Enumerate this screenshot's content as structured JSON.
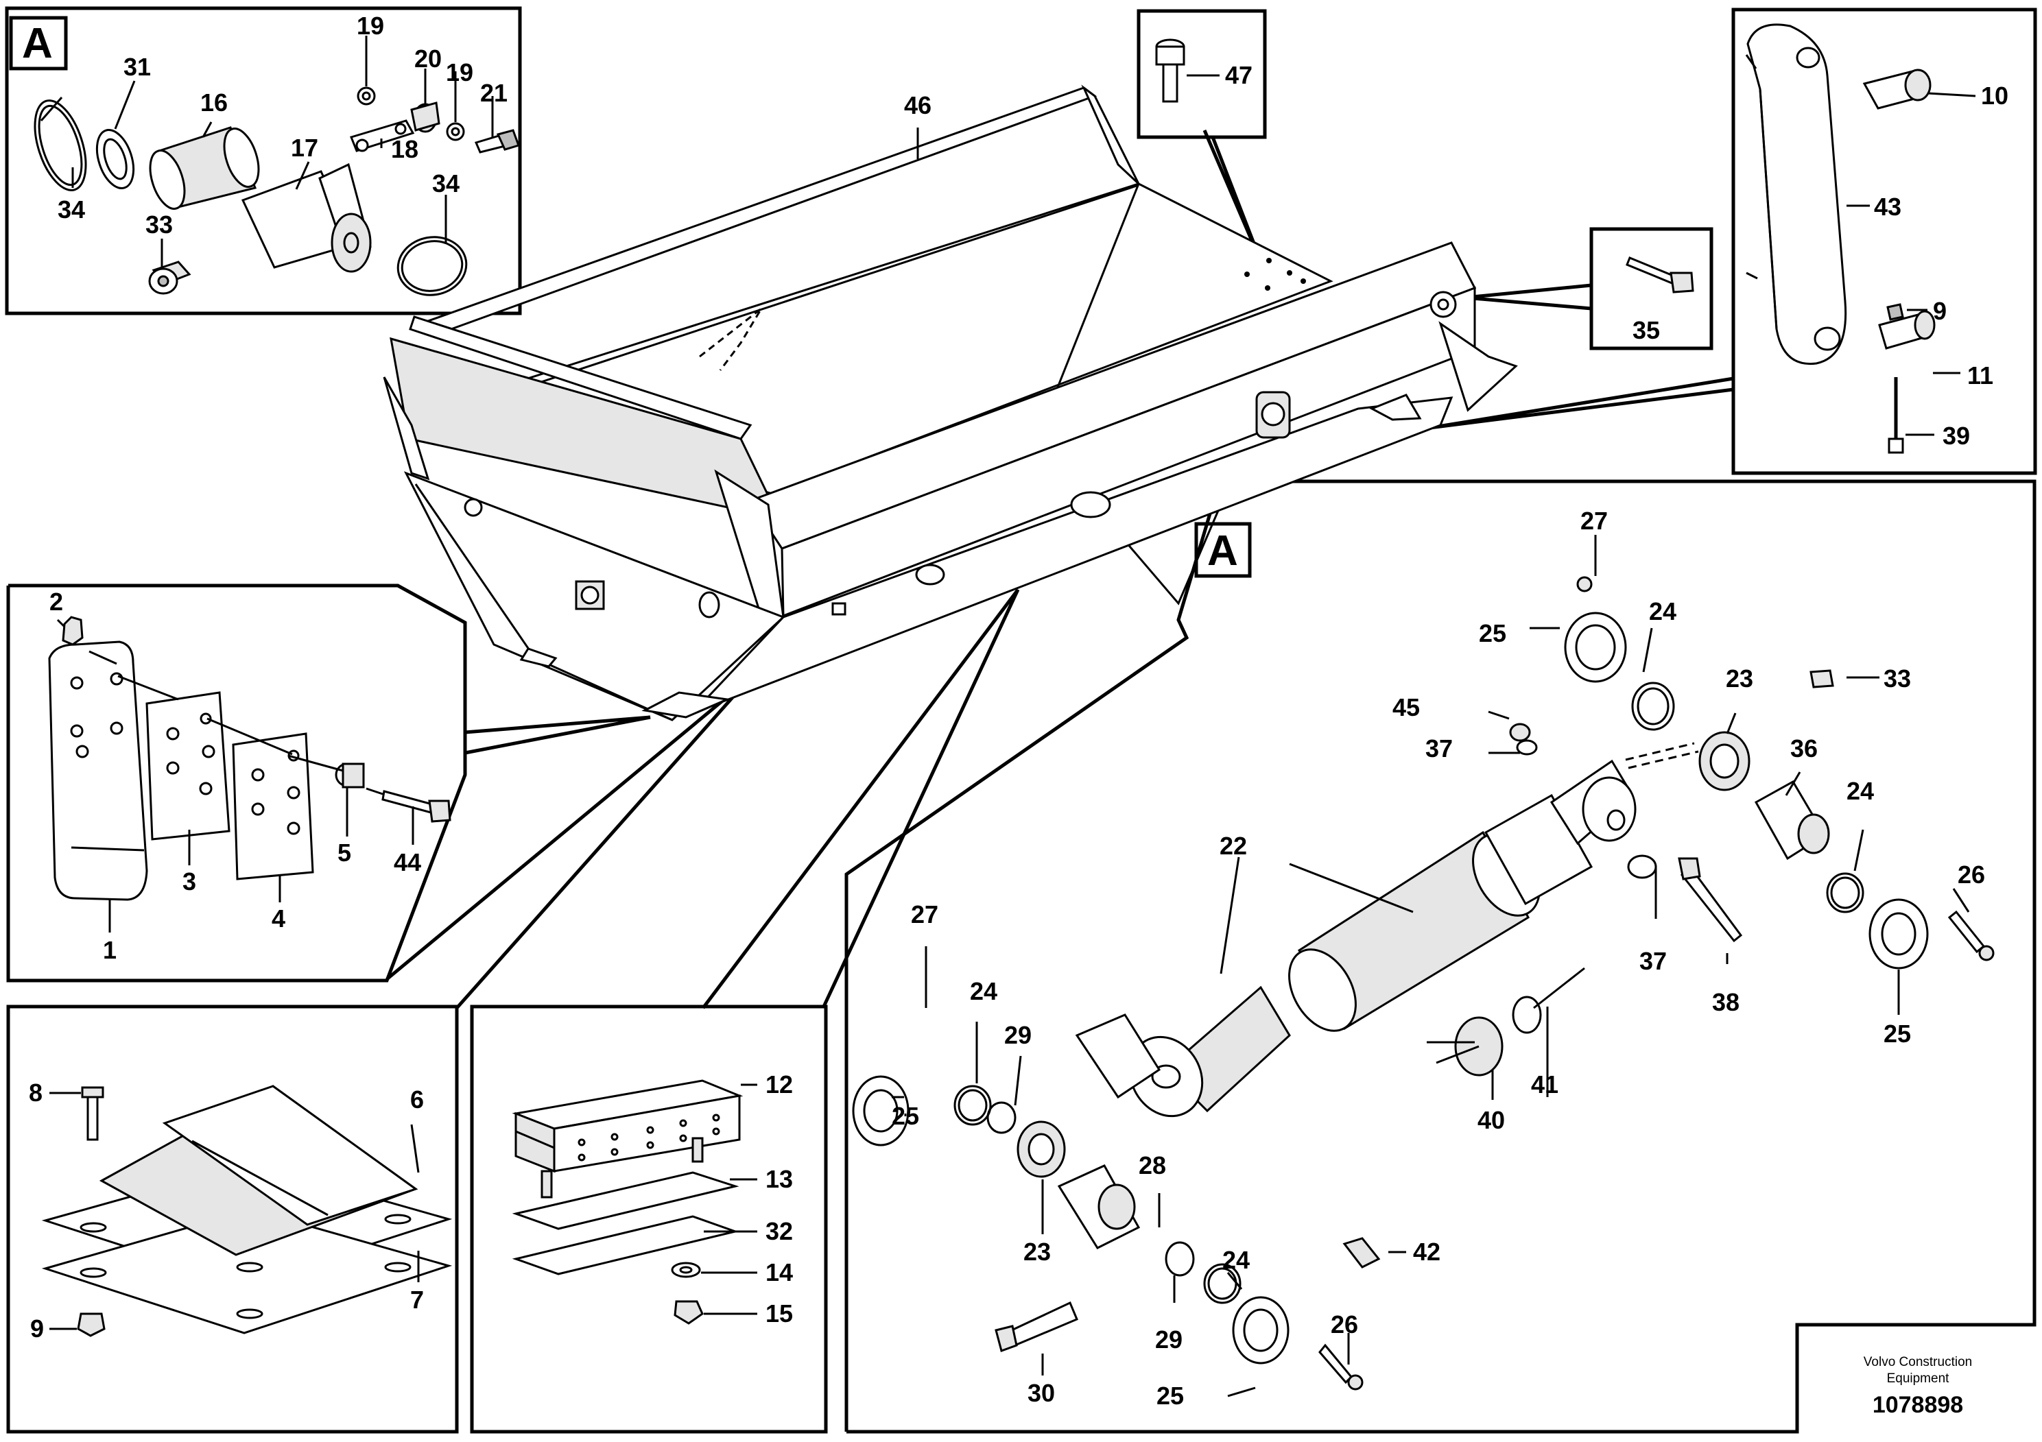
{
  "labels": {
    "detail_markers": [
      "A",
      "A"
    ],
    "detail_a": [
      "19",
      "20",
      "19",
      "21",
      "31",
      "16",
      "17",
      "18",
      "34",
      "34",
      "33"
    ],
    "top_center": [
      "47",
      "46"
    ],
    "right_link": [
      "10",
      "43",
      "9",
      "11",
      "39",
      "35"
    ],
    "pad_detail": [
      "2",
      "1",
      "3",
      "4",
      "5",
      "44"
    ],
    "buffer_detail": [
      "8",
      "6",
      "9",
      "7"
    ],
    "block_detail": [
      "12",
      "13",
      "32",
      "14",
      "15"
    ],
    "cylinder_detail": [
      "27",
      "25",
      "24",
      "33",
      "45",
      "37",
      "23",
      "36",
      "24",
      "26",
      "22",
      "37",
      "38",
      "25",
      "27",
      "24",
      "29",
      "25",
      "40",
      "41",
      "28",
      "23",
      "24",
      "42",
      "29",
      "26",
      "30",
      "25"
    ]
  },
  "footer": {
    "company": "Volvo Construction",
    "company_line2": "Equipment",
    "drawing_number": "1078898"
  }
}
